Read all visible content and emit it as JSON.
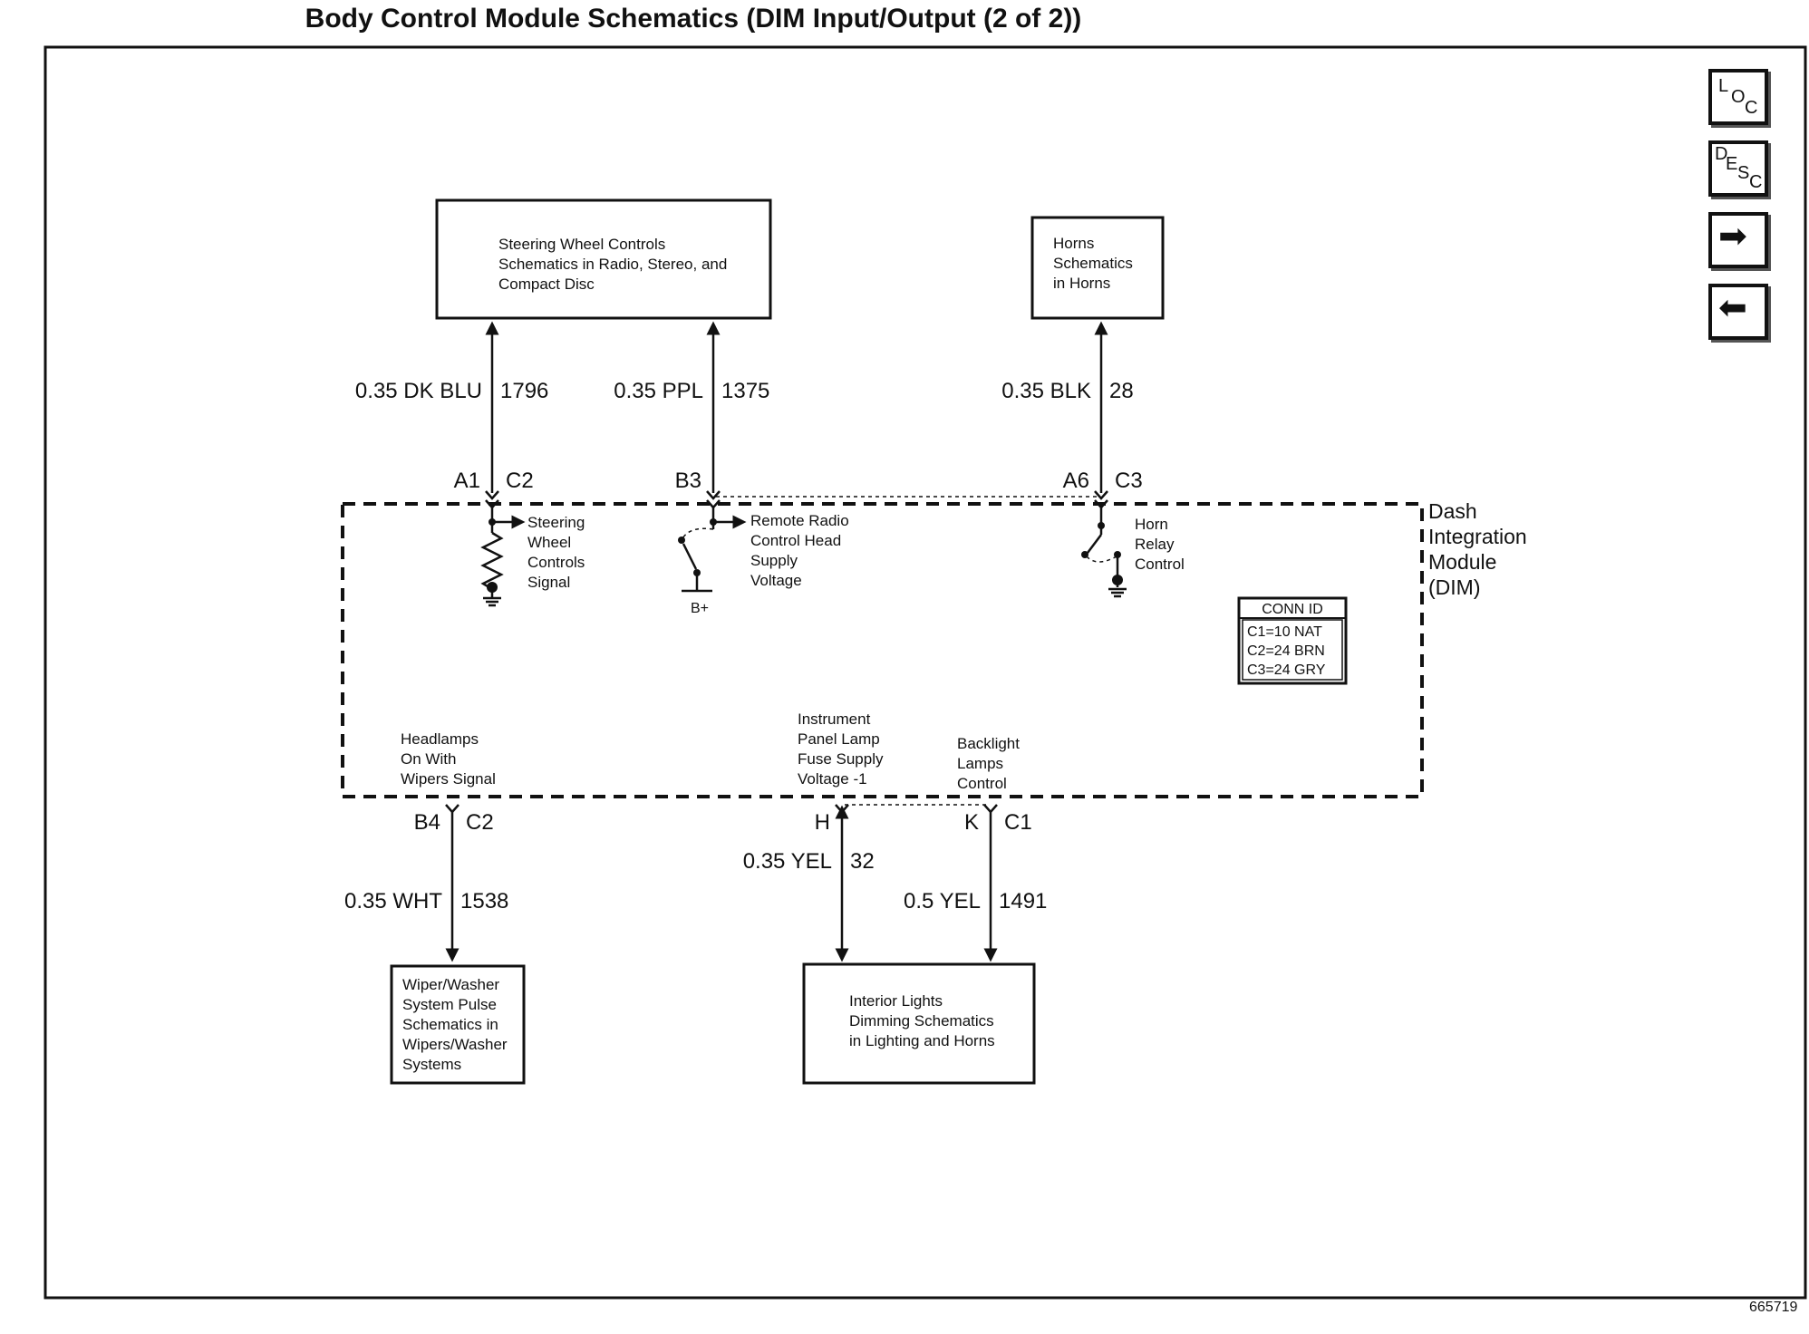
{
  "title": "Body Control Module Schematics (DIM Input/Output (2 of 2))",
  "figure_id": "665719",
  "nav": {
    "loc": [
      "L",
      "O",
      "C"
    ],
    "desc": [
      "D",
      "E",
      "S",
      "C"
    ],
    "next_symbol": "➡",
    "prev_symbol": "⬅"
  },
  "boxes": {
    "steering": [
      "Steering Wheel Controls",
      "Schematics in Radio, Stereo, and",
      "Compact Disc"
    ],
    "horns": [
      "Horns",
      "Schematics",
      "in Horns"
    ],
    "wiper": [
      "Wiper/Washer",
      "System Pulse",
      "Schematics in",
      "Wipers/Washer",
      "Systems"
    ],
    "interior": [
      "Interior Lights",
      "Dimming Schematics",
      "in Lighting and Horns"
    ]
  },
  "module": {
    "label": [
      "Dash",
      "Integration",
      "Module",
      "(DIM)"
    ],
    "conn_id": {
      "header": "CONN ID",
      "rows": [
        "C1=10 NAT",
        "C2=24 BRN",
        "C3=24 GRY"
      ]
    }
  },
  "wires": {
    "w1796": {
      "color": "0.35 DK BLU",
      "circuit": "1796",
      "pin": "A1",
      "connector": "C2"
    },
    "w1375": {
      "color": "0.35 PPL",
      "circuit": "1375",
      "pin": "B3"
    },
    "w28": {
      "color": "0.35 BLK",
      "circuit": "28",
      "pin": "A6",
      "connector": "C3"
    },
    "w1538": {
      "color": "0.35 WHT",
      "circuit": "1538",
      "pin": "B4",
      "connector": "C2"
    },
    "w32": {
      "color": "0.35 YEL",
      "circuit": "32",
      "pin": "H"
    },
    "w1491": {
      "color": "0.5 YEL",
      "circuit": "1491",
      "pin": "K",
      "connector": "C1"
    }
  },
  "internal": {
    "steering_signal": [
      "Steering",
      "Wheel",
      "Controls",
      "Signal"
    ],
    "radio_supply": [
      "Remote Radio",
      "Control Head",
      "Supply",
      "Voltage"
    ],
    "bplus": "B+",
    "horn_relay": [
      "Horn",
      "Relay",
      "Control"
    ],
    "headlamps": [
      "Headlamps",
      "On With",
      "Wipers Signal"
    ],
    "ip_lamp": [
      "Instrument",
      "Panel Lamp",
      "Fuse Supply",
      "Voltage -1"
    ],
    "backlight": [
      "Backlight",
      "Lamps",
      "Control"
    ]
  }
}
